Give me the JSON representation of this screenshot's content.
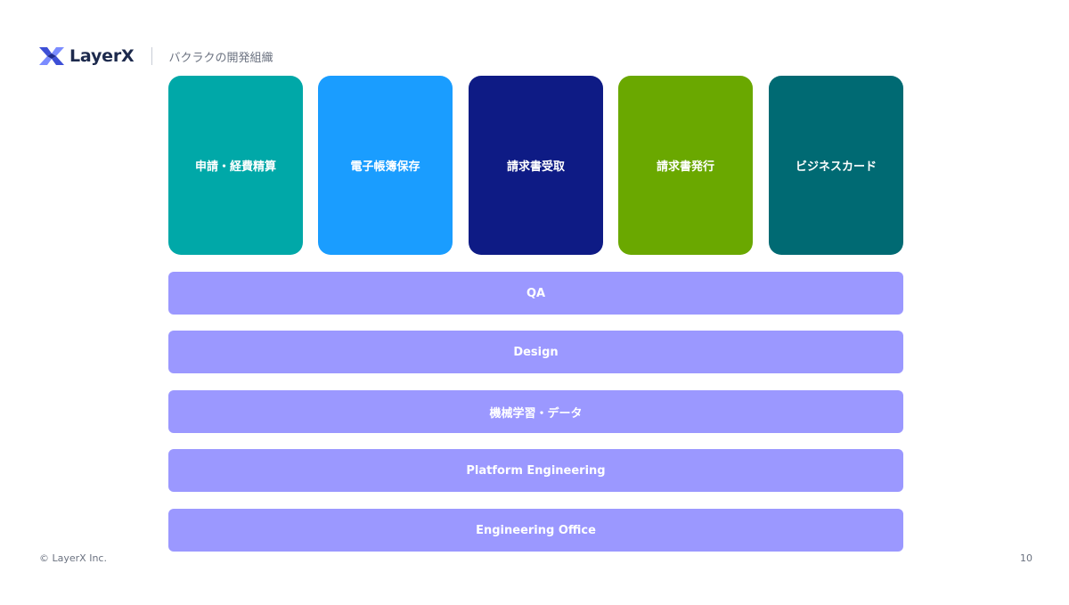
{
  "header": {
    "logo_text": "LayerX",
    "subtitle": "バクラクの開発組織"
  },
  "colors": {
    "bar": "#9b98ff",
    "card_1": "#00a8a8",
    "card_2": "#1a9dff",
    "card_3": "#0e1b85",
    "card_4": "#6aa800",
    "card_5": "#006a73"
  },
  "products": [
    {
      "label": "申請・経費精算"
    },
    {
      "label": "電子帳簿保存"
    },
    {
      "label": "請求書受取"
    },
    {
      "label": "請求書発行"
    },
    {
      "label": "ビジネスカード"
    }
  ],
  "functions": [
    {
      "label": "QA"
    },
    {
      "label": "Design"
    },
    {
      "label": "機械学習・データ"
    },
    {
      "label": "Platform Engineering"
    },
    {
      "label": "Engineering Office"
    }
  ],
  "footer": {
    "copyright": "© LayerX Inc.",
    "page_number": "10"
  }
}
